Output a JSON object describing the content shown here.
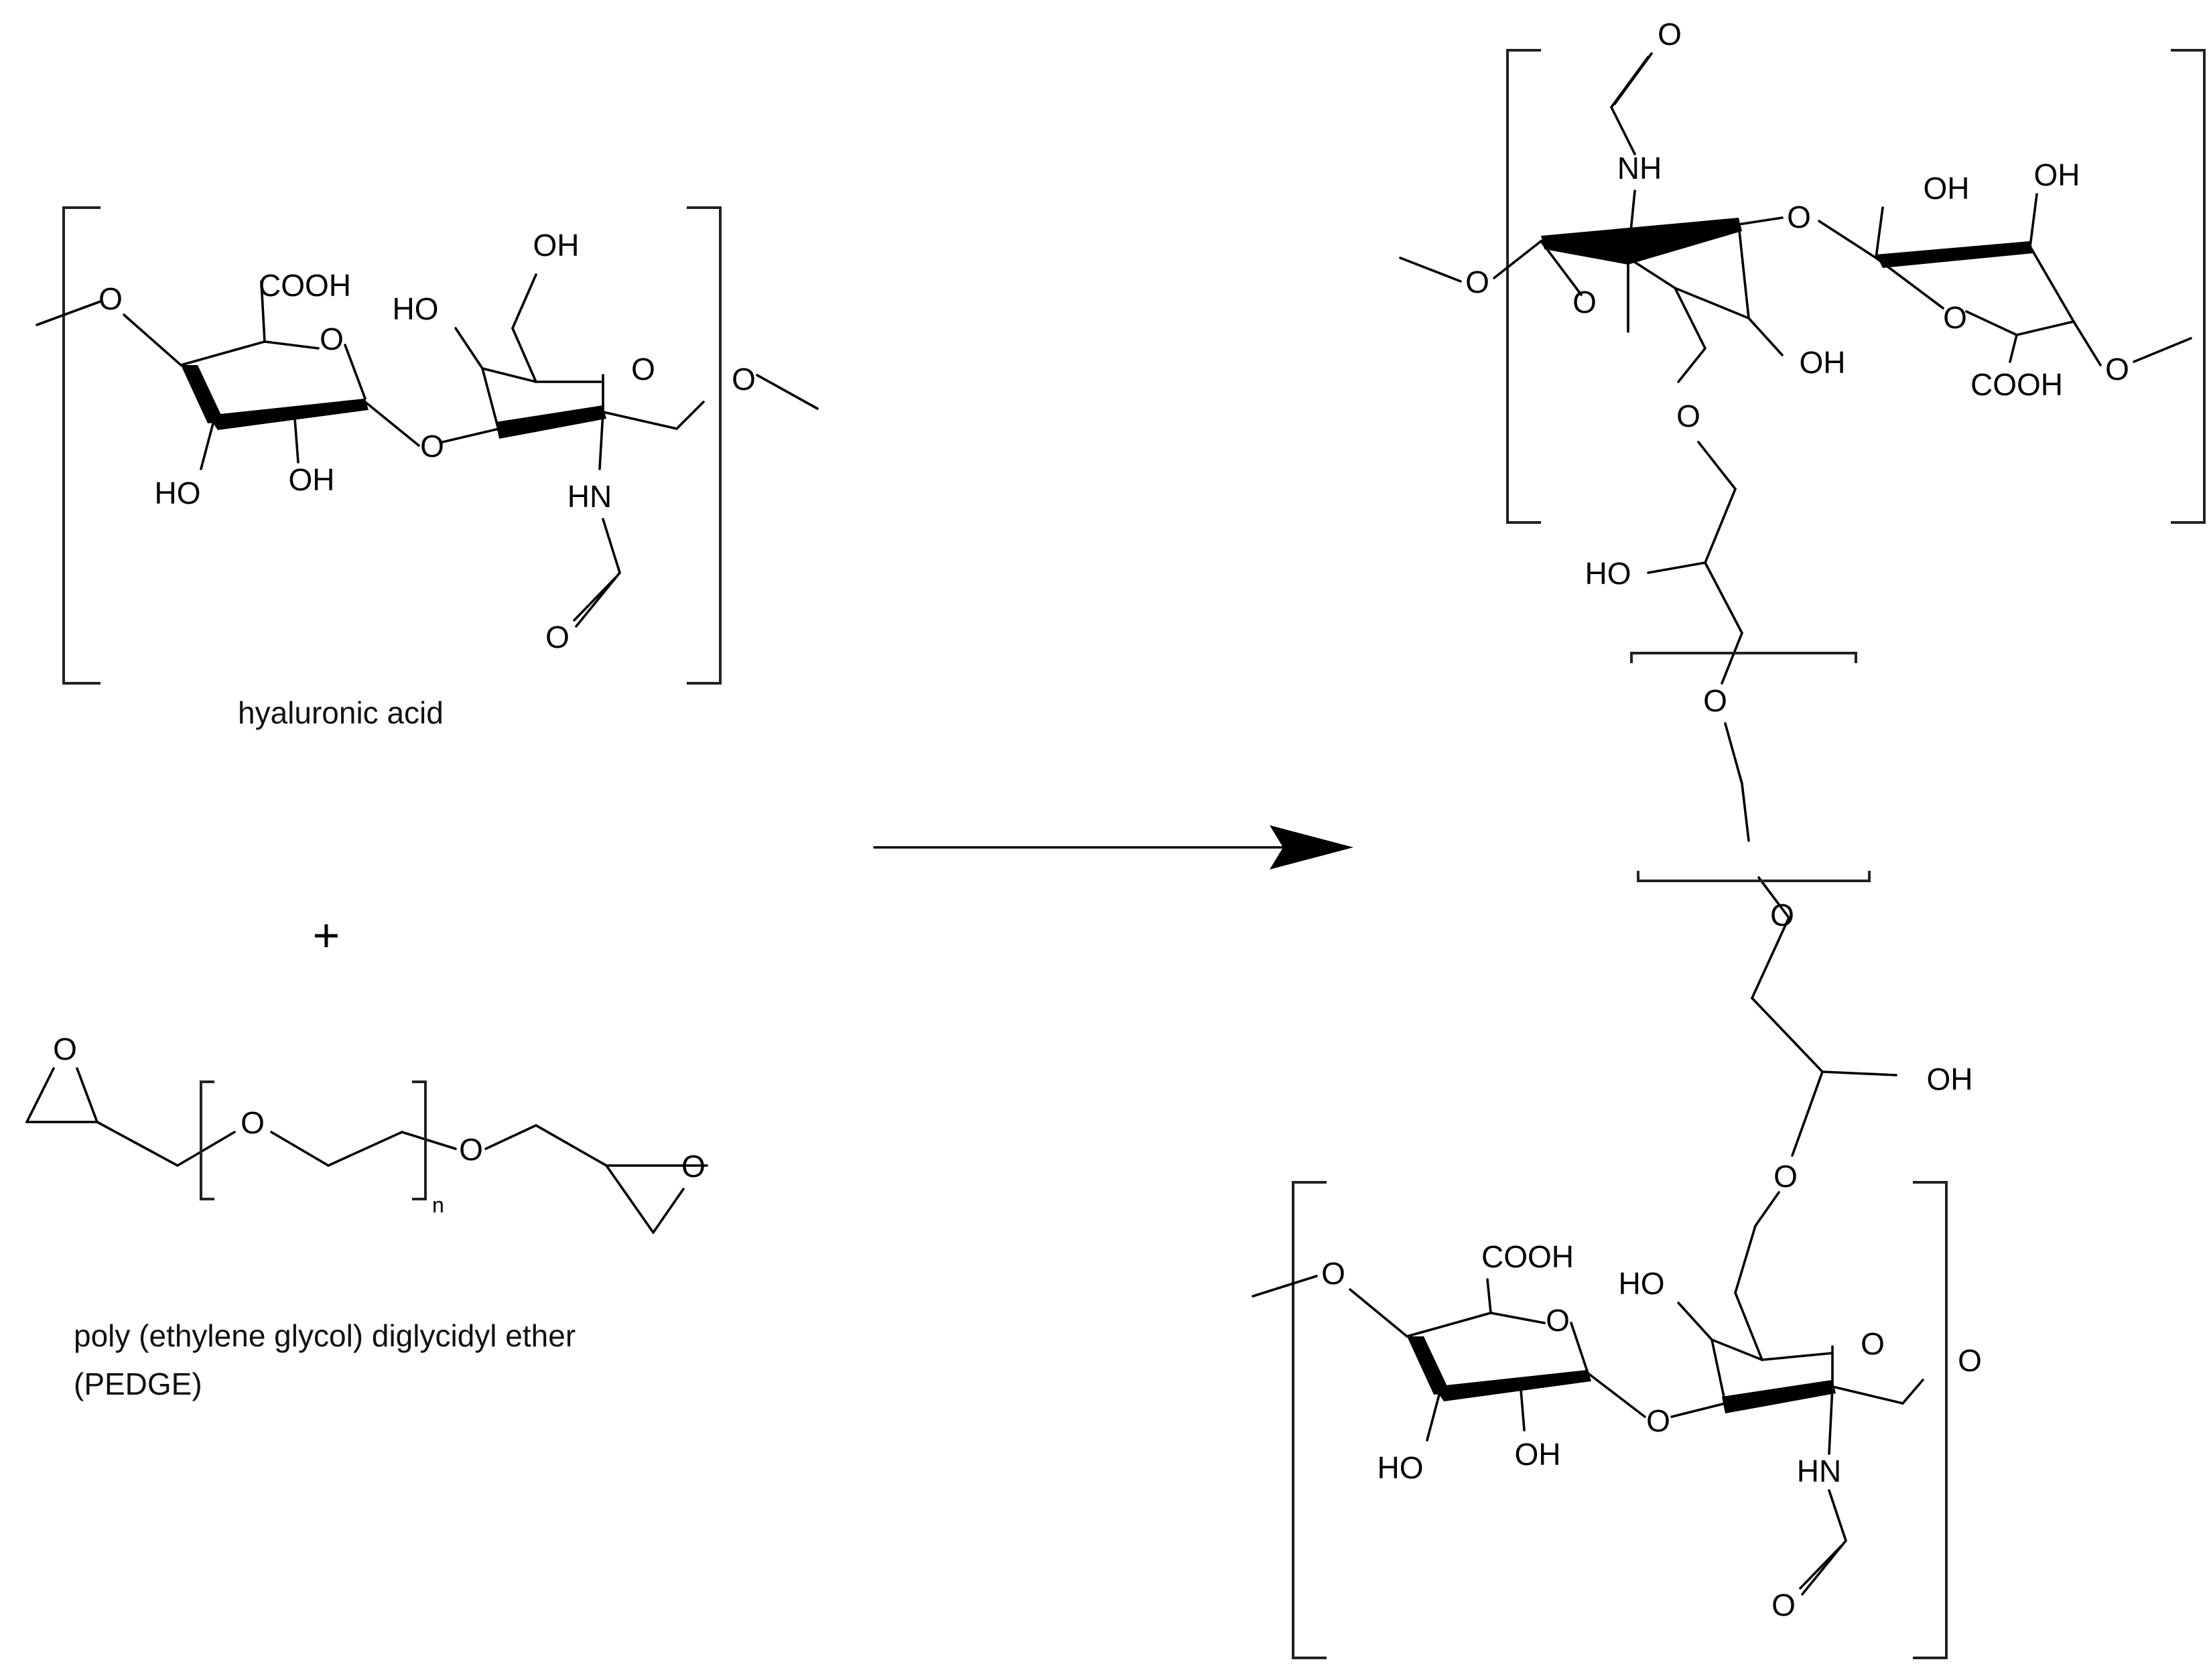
{
  "captions": {
    "hyaluronic_acid": "hyaluronic acid",
    "pedge_line1": "poly (ethylene glycol) diglycidyl ether",
    "pedge_line2": "(PEDGE)"
  },
  "symbols": {
    "plus": "+",
    "repeat_n": "n"
  },
  "atoms": {
    "O": "O",
    "OH": "OH",
    "HO": "HO",
    "COOH": "COOH",
    "NH": "NH",
    "HN": "HN"
  }
}
